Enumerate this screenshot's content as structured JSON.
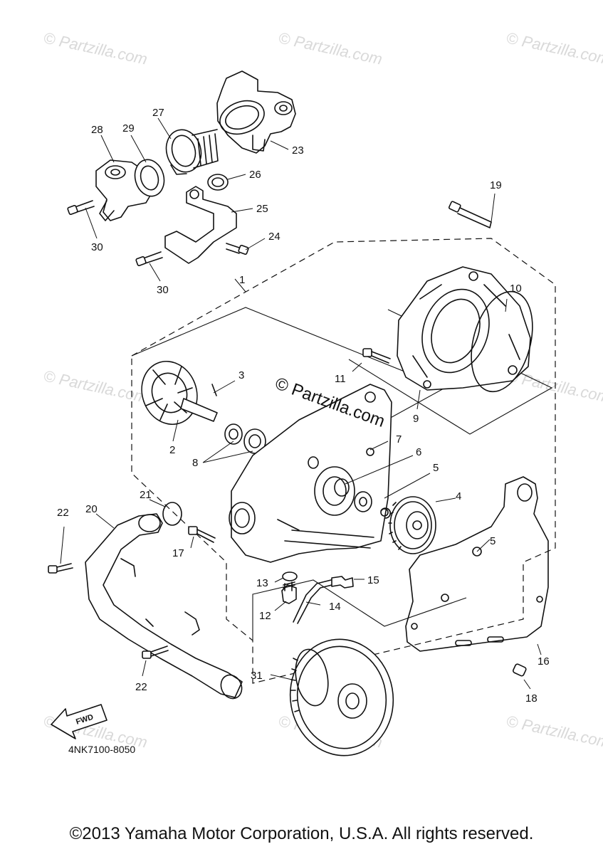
{
  "watermark": "© Partzilla.com",
  "center_watermark": "© Partzilla.com",
  "diagram_code": "4NK7100-8050",
  "fwd_label": "FWD",
  "copyright": "©2013  Yamaha Motor Corporation, U.S.A. All rights reserved.",
  "callouts": [
    {
      "id": "28",
      "label": "28"
    },
    {
      "id": "29",
      "label": "29"
    },
    {
      "id": "27",
      "label": "27"
    },
    {
      "id": "23",
      "label": "23"
    },
    {
      "id": "26",
      "label": "26"
    },
    {
      "id": "25",
      "label": "25"
    },
    {
      "id": "24",
      "label": "24"
    },
    {
      "id": "30a",
      "label": "30"
    },
    {
      "id": "30b",
      "label": "30"
    },
    {
      "id": "19",
      "label": "19"
    },
    {
      "id": "1",
      "label": "1"
    },
    {
      "id": "10",
      "label": "10"
    },
    {
      "id": "3",
      "label": "3"
    },
    {
      "id": "11",
      "label": "11"
    },
    {
      "id": "9",
      "label": "9"
    },
    {
      "id": "2",
      "label": "2"
    },
    {
      "id": "7",
      "label": "7"
    },
    {
      "id": "8",
      "label": "8"
    },
    {
      "id": "6",
      "label": "6"
    },
    {
      "id": "5a",
      "label": "5"
    },
    {
      "id": "4",
      "label": "4"
    },
    {
      "id": "21",
      "label": "21"
    },
    {
      "id": "20",
      "label": "20"
    },
    {
      "id": "22a",
      "label": "22"
    },
    {
      "id": "17",
      "label": "17"
    },
    {
      "id": "5b",
      "label": "5"
    },
    {
      "id": "13",
      "label": "13"
    },
    {
      "id": "15",
      "label": "15"
    },
    {
      "id": "12",
      "label": "12"
    },
    {
      "id": "14",
      "label": "14"
    },
    {
      "id": "16",
      "label": "16"
    },
    {
      "id": "31",
      "label": "31"
    },
    {
      "id": "22b",
      "label": "22"
    },
    {
      "id": "18",
      "label": "18"
    }
  ]
}
